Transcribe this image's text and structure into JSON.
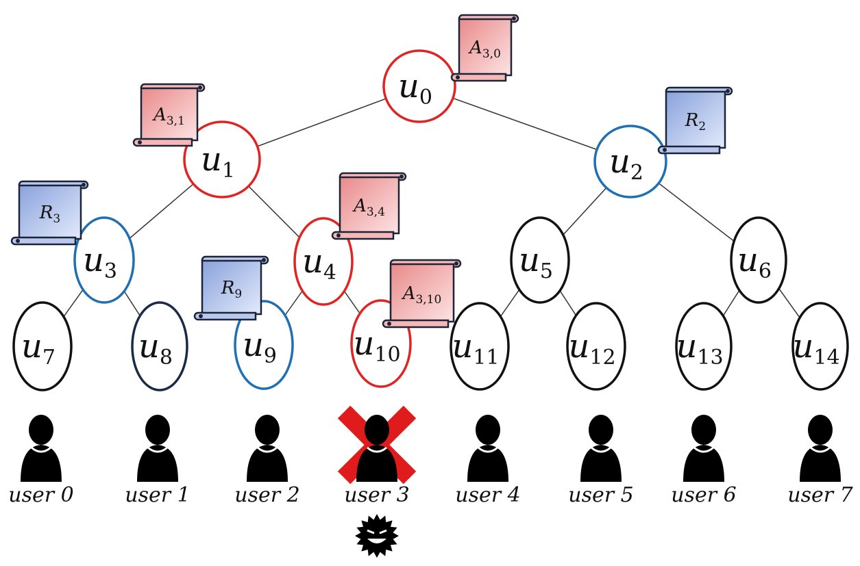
{
  "colors": {
    "attacked": "#e02424",
    "revoked": "#1f6fb2",
    "normal": "#111111",
    "dark_node": "#1a2a4a",
    "scroll_red_fill": "#f6b7b7",
    "scroll_blue_fill": "#b9c8ec",
    "malicious": "#e01b1b"
  },
  "nodes": [
    {
      "id": "u0",
      "base": "u",
      "sub": "0",
      "state": "attacked"
    },
    {
      "id": "u1",
      "base": "u",
      "sub": "1",
      "state": "attacked"
    },
    {
      "id": "u2",
      "base": "u",
      "sub": "2",
      "state": "revoked"
    },
    {
      "id": "u3",
      "base": "u",
      "sub": "3",
      "state": "revoked"
    },
    {
      "id": "u4",
      "base": "u",
      "sub": "4",
      "state": "attacked"
    },
    {
      "id": "u5",
      "base": "u",
      "sub": "5",
      "state": "normal"
    },
    {
      "id": "u6",
      "base": "u",
      "sub": "6",
      "state": "normal"
    },
    {
      "id": "u7",
      "base": "u",
      "sub": "7",
      "state": "normal"
    },
    {
      "id": "u8",
      "base": "u",
      "sub": "8",
      "state": "dark"
    },
    {
      "id": "u9",
      "base": "u",
      "sub": "9",
      "state": "revoked"
    },
    {
      "id": "u10",
      "base": "u",
      "sub": "10",
      "state": "attacked"
    },
    {
      "id": "u11",
      "base": "u",
      "sub": "11",
      "state": "normal"
    },
    {
      "id": "u12",
      "base": "u",
      "sub": "12",
      "state": "normal"
    },
    {
      "id": "u13",
      "base": "u",
      "sub": "13",
      "state": "normal"
    },
    {
      "id": "u14",
      "base": "u",
      "sub": "14",
      "state": "normal"
    }
  ],
  "edges": [
    [
      "u0",
      "u1"
    ],
    [
      "u0",
      "u2"
    ],
    [
      "u1",
      "u3"
    ],
    [
      "u1",
      "u4"
    ],
    [
      "u2",
      "u5"
    ],
    [
      "u2",
      "u6"
    ],
    [
      "u3",
      "u7"
    ],
    [
      "u3",
      "u8"
    ],
    [
      "u4",
      "u9"
    ],
    [
      "u4",
      "u10"
    ],
    [
      "u5",
      "u11"
    ],
    [
      "u5",
      "u12"
    ],
    [
      "u6",
      "u13"
    ],
    [
      "u6",
      "u14"
    ]
  ],
  "scrolls": [
    {
      "attached": "u0",
      "base": "A",
      "sub": "3,0",
      "color": "red"
    },
    {
      "attached": "u1",
      "base": "A",
      "sub": "3,1",
      "color": "red"
    },
    {
      "attached": "u2",
      "base": "R",
      "sub": "2",
      "color": "blue"
    },
    {
      "attached": "u3",
      "base": "R",
      "sub": "3",
      "color": "blue"
    },
    {
      "attached": "u4",
      "base": "A",
      "sub": "3,4",
      "color": "red"
    },
    {
      "attached": "u9",
      "base": "R",
      "sub": "9",
      "color": "blue"
    },
    {
      "attached": "u10",
      "base": "A",
      "sub": "3,10",
      "color": "red"
    }
  ],
  "users": [
    {
      "label": "user 0",
      "compromised": false
    },
    {
      "label": "user 1",
      "compromised": false
    },
    {
      "label": "user 2",
      "compromised": false
    },
    {
      "label": "user 3",
      "compromised": true
    },
    {
      "label": "user 4",
      "compromised": false
    },
    {
      "label": "user 5",
      "compromised": false
    },
    {
      "label": "user 6",
      "compromised": false
    },
    {
      "label": "user 7",
      "compromised": false
    }
  ],
  "icons": {
    "user": "person-icon",
    "revoked_user": "red-x-icon",
    "attacker": "malicious-virus-icon"
  }
}
